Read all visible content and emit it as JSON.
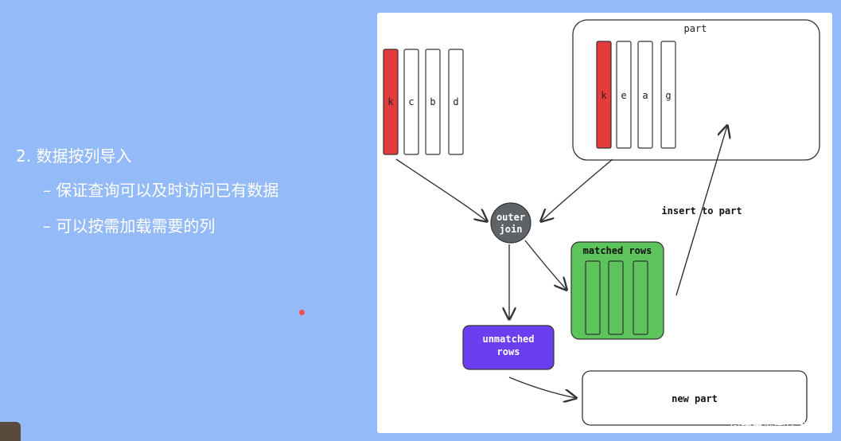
{
  "slide": {
    "bullet_main": "2. 数据按列导入",
    "bullet_sub": [
      "– 保证查询可以及时访问已有数据",
      "– 可以按需加载需要的列"
    ]
  },
  "diagram": {
    "source_columns": [
      "k",
      "c",
      "b",
      "d"
    ],
    "part_label": "part",
    "part_columns": [
      "k",
      "e",
      "a",
      "g"
    ],
    "join_label_line1": "outer",
    "join_label_line2": "join",
    "matched_label": "matched rows",
    "unmatched_label_line1": "unmatched",
    "unmatched_label_line2": "rows",
    "insert_label": "insert to part",
    "new_part_label": "new part"
  },
  "colors": {
    "key_column": "#e53b3b",
    "join_node": "#5f6368",
    "matched": "#5cc45a",
    "unmatched": "#6b3ff0",
    "background": "#94baf7"
  },
  "watermark": "@稀土掘金技术社区"
}
